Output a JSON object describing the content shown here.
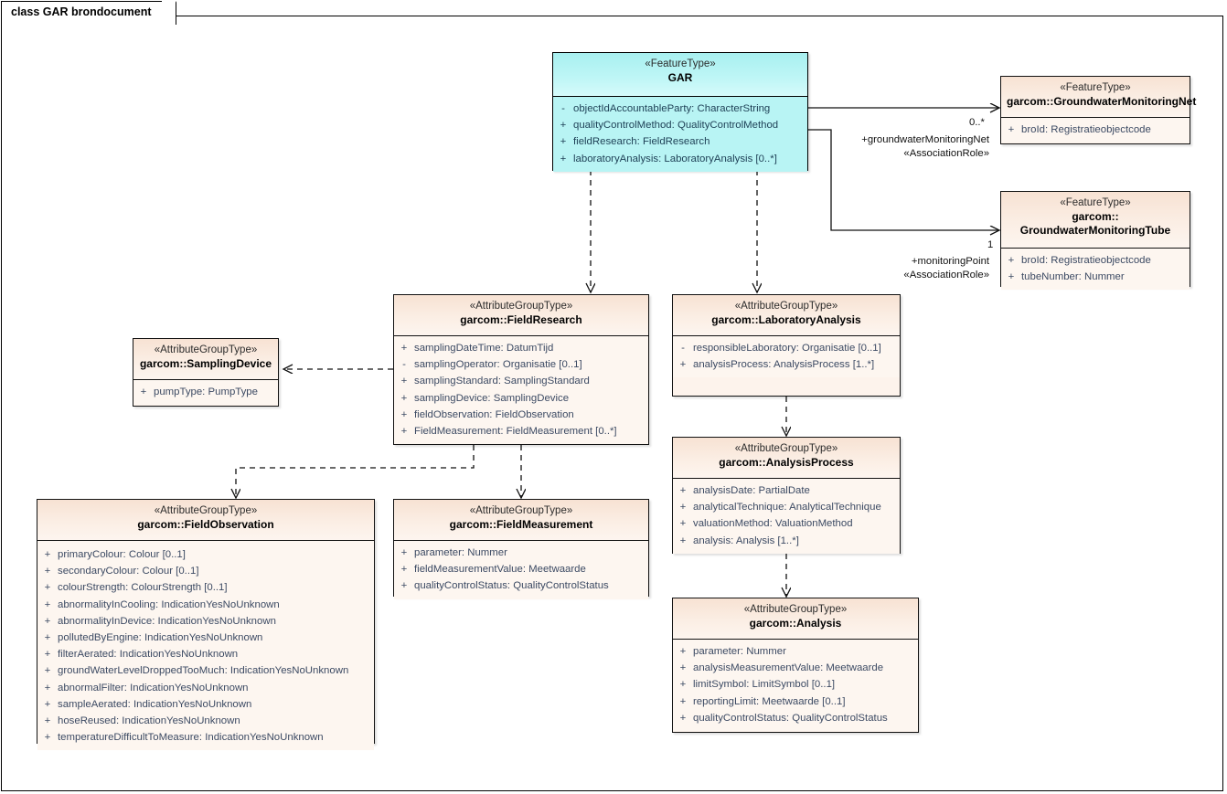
{
  "diagram": {
    "tab_title": "class GAR brondocument",
    "colors": {
      "focus_fill": "#b8f4f4",
      "class_fill": "#fdf6f0",
      "header_fill": "#f7e2d3",
      "border": "#111111",
      "attr_text": "#3c4a63"
    }
  },
  "classes": [
    {
      "id": "gar",
      "stereotype": "«FeatureType»",
      "name": "GAR",
      "attributes": [
        {
          "visibility": "-",
          "text": "objectIdAccountableParty: CharacterString"
        },
        {
          "visibility": "+",
          "text": "qualityControlMethod: QualityControlMethod"
        },
        {
          "visibility": "+",
          "text": "fieldResearch: FieldResearch"
        },
        {
          "visibility": "+",
          "text": "laboratoryAnalysis: LaboratoryAnalysis [0..*]"
        }
      ]
    },
    {
      "id": "gwmnet",
      "stereotype": "«FeatureType»",
      "name": "garcom::GroundwaterMonitoringNet",
      "attributes": [
        {
          "visibility": "+",
          "text": "broId: Registratieobjectcode"
        }
      ]
    },
    {
      "id": "gwmtube",
      "stereotype": "«FeatureType»",
      "name": "garcom::\nGroundwaterMonitoringTube",
      "name_line1": "garcom::",
      "name_line2": "GroundwaterMonitoringTube",
      "attributes": [
        {
          "visibility": "+",
          "text": "broId: Registratieobjectcode"
        },
        {
          "visibility": "+",
          "text": "tubeNumber: Nummer"
        }
      ]
    },
    {
      "id": "samplingdevice",
      "stereotype": "«AttributeGroupType»",
      "name": "garcom::SamplingDevice",
      "attributes": [
        {
          "visibility": "+",
          "text": "pumpType: PumpType"
        }
      ]
    },
    {
      "id": "fieldresearch",
      "stereotype": "«AttributeGroupType»",
      "name": "garcom::FieldResearch",
      "attributes": [
        {
          "visibility": "+",
          "text": "samplingDateTime: DatumTijd"
        },
        {
          "visibility": "-",
          "text": "samplingOperator: Organisatie [0..1]"
        },
        {
          "visibility": "+",
          "text": "samplingStandard: SamplingStandard"
        },
        {
          "visibility": "+",
          "text": "samplingDevice: SamplingDevice"
        },
        {
          "visibility": "+",
          "text": "fieldObservation: FieldObservation"
        },
        {
          "visibility": "+",
          "text": "FieldMeasurement: FieldMeasurement [0..*]"
        }
      ]
    },
    {
      "id": "laboratoryanalysis",
      "stereotype": "«AttributeGroupType»",
      "name": "garcom::LaboratoryAnalysis",
      "attributes": [
        {
          "visibility": "-",
          "text": "responsibleLaboratory: Organisatie [0..1]"
        },
        {
          "visibility": "+",
          "text": "analysisProcess: AnalysisProcess [1..*]"
        }
      ]
    },
    {
      "id": "analysisprocess",
      "stereotype": "«AttributeGroupType»",
      "name": "garcom::AnalysisProcess",
      "attributes": [
        {
          "visibility": "+",
          "text": "analysisDate: PartialDate"
        },
        {
          "visibility": "+",
          "text": "analyticalTechnique: AnalyticalTechnique"
        },
        {
          "visibility": "+",
          "text": "valuationMethod: ValuationMethod"
        },
        {
          "visibility": "+",
          "text": "analysis: Analysis [1..*]"
        }
      ]
    },
    {
      "id": "analysis",
      "stereotype": "«AttributeGroupType»",
      "name": "garcom::Analysis",
      "attributes": [
        {
          "visibility": "+",
          "text": "parameter: Nummer"
        },
        {
          "visibility": "+",
          "text": "analysisMeasurementValue: Meetwaarde"
        },
        {
          "visibility": "+",
          "text": "limitSymbol: LimitSymbol [0..1]"
        },
        {
          "visibility": "+",
          "text": "reportingLimit: Meetwaarde [0..1]"
        },
        {
          "visibility": "+",
          "text": "qualityControlStatus: QualityControlStatus"
        }
      ]
    },
    {
      "id": "fieldobservation",
      "stereotype": "«AttributeGroupType»",
      "name": "garcom::FieldObservation",
      "attributes": [
        {
          "visibility": "+",
          "text": "primaryColour: Colour [0..1]"
        },
        {
          "visibility": "+",
          "text": "secondaryColour: Colour [0..1]"
        },
        {
          "visibility": "+",
          "text": "colourStrength: ColourStrength [0..1]"
        },
        {
          "visibility": "+",
          "text": "abnormalityInCooling: IndicationYesNoUnknown"
        },
        {
          "visibility": "+",
          "text": "abnormalityInDevice: IndicationYesNoUnknown"
        },
        {
          "visibility": "+",
          "text": "pollutedByEngine: IndicationYesNoUnknown"
        },
        {
          "visibility": "+",
          "text": "filterAerated: IndicationYesNoUnknown"
        },
        {
          "visibility": "+",
          "text": "groundWaterLevelDroppedTooMuch: IndicationYesNoUnknown"
        },
        {
          "visibility": "+",
          "text": "abnormalFilter: IndicationYesNoUnknown"
        },
        {
          "visibility": "+",
          "text": "sampleAerated: IndicationYesNoUnknown"
        },
        {
          "visibility": "+",
          "text": "hoseReused: IndicationYesNoUnknown"
        },
        {
          "visibility": "+",
          "text": "temperatureDifficultToMeasure: IndicationYesNoUnknown"
        }
      ]
    },
    {
      "id": "fieldmeasurement",
      "stereotype": "«AttributeGroupType»",
      "name": "garcom::FieldMeasurement",
      "attributes": [
        {
          "visibility": "+",
          "text": "parameter: Nummer"
        },
        {
          "visibility": "+",
          "text": "fieldMeasurementValue: Meetwaarde"
        },
        {
          "visibility": "+",
          "text": "qualityControlStatus: QualityControlStatus"
        }
      ]
    }
  ],
  "connectors": [
    {
      "id": "assoc-gwmnet",
      "from": "gar",
      "to": "gwmnet",
      "kind": "association",
      "multiplicity": "0..*",
      "role": "+groundwaterMonitoringNet",
      "stereotype": "«AssociationRole»"
    },
    {
      "id": "assoc-gwmtube",
      "from": "gar",
      "to": "gwmtube",
      "kind": "association",
      "multiplicity": "1",
      "role": "+monitoringPoint",
      "stereotype": "«AssociationRole»"
    },
    {
      "id": "dep-gar-fieldresearch",
      "from": "gar",
      "to": "fieldresearch",
      "kind": "dependency"
    },
    {
      "id": "dep-gar-laboratoryanalysis",
      "from": "gar",
      "to": "laboratoryanalysis",
      "kind": "dependency"
    },
    {
      "id": "dep-fieldresearch-samplingdevice",
      "from": "fieldresearch",
      "to": "samplingdevice",
      "kind": "dependency"
    },
    {
      "id": "dep-fieldresearch-fieldobservation",
      "from": "fieldresearch",
      "to": "fieldobservation",
      "kind": "dependency"
    },
    {
      "id": "dep-fieldresearch-fieldmeasurement",
      "from": "fieldresearch",
      "to": "fieldmeasurement",
      "kind": "dependency"
    },
    {
      "id": "dep-laboratoryanalysis-analysisprocess",
      "from": "laboratoryanalysis",
      "to": "analysisprocess",
      "kind": "dependency"
    },
    {
      "id": "dep-analysisprocess-analysis",
      "from": "analysisprocess",
      "to": "analysis",
      "kind": "dependency"
    }
  ]
}
